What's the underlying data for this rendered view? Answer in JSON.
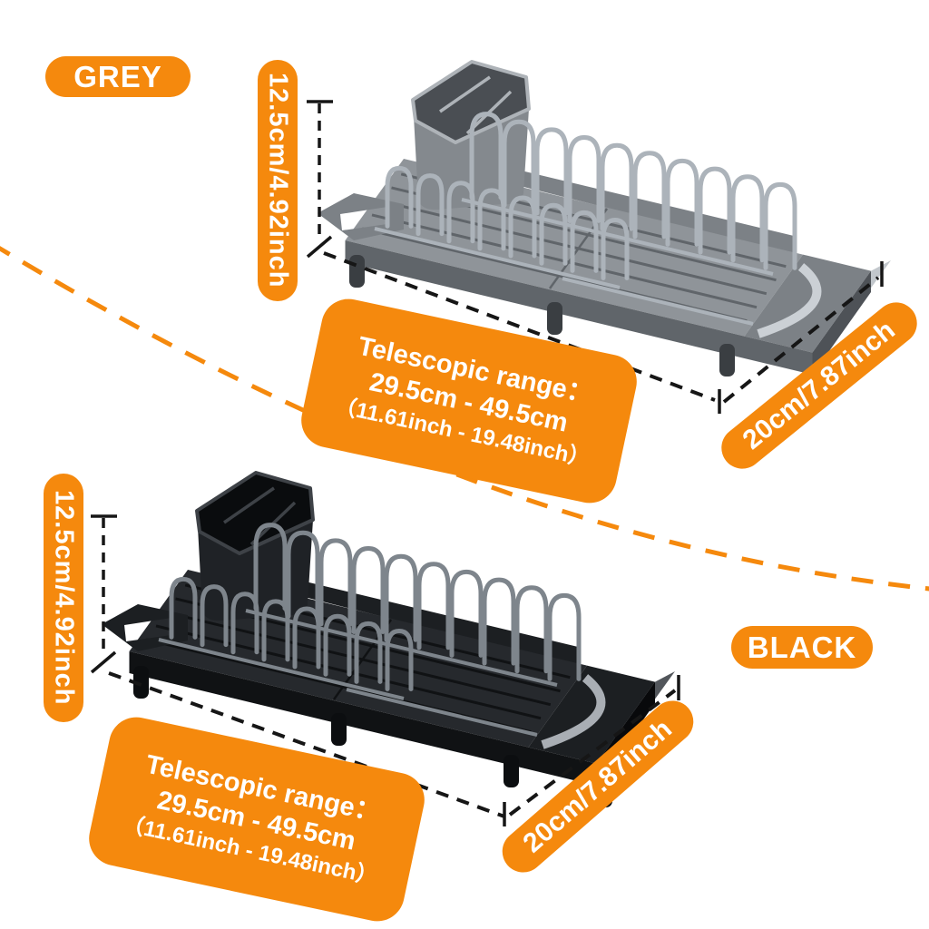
{
  "image": {
    "type": "product-dimension-infographic",
    "background": "#ffffff",
    "accent_color": "#F5890D",
    "dash_color": "#161616",
    "grey_rack_color": "#8F9499",
    "black_rack_color": "#26292D"
  },
  "grey_section": {
    "color_badge": "GREY",
    "height_badge": "12.5cm/4.92inch",
    "telescopic_badge": {
      "line1": "Telescopic range：",
      "line2": "29.5cm - 49.5cm",
      "line3": "（11.61inch - 19.48inch）"
    },
    "depth_badge": "20cm/7.87inch"
  },
  "black_section": {
    "color_badge": "BLACK",
    "height_badge": "12.5cm/4.92inch",
    "telescopic_badge": {
      "line1": "Telescopic range：",
      "line2": "29.5cm - 49.5cm",
      "line3": "（11.61inch - 19.48inch）"
    },
    "depth_badge": "20cm/7.87inch"
  }
}
